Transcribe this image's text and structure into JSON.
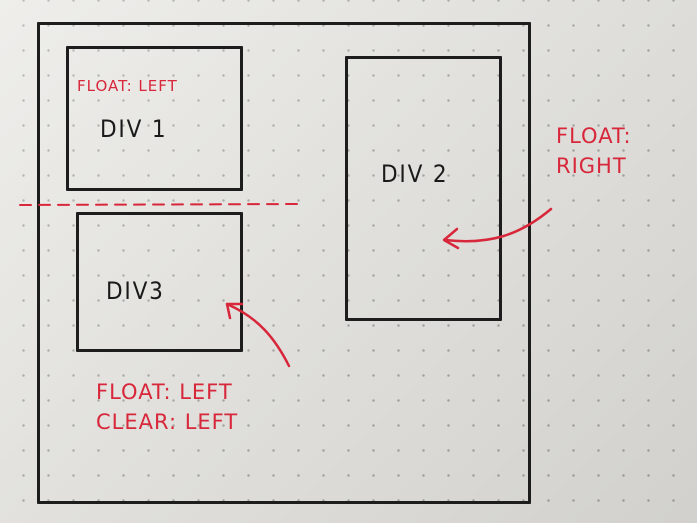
{
  "labels": {
    "div1": "DIV 1",
    "div2": "DIV 2",
    "div3": "DIV3"
  },
  "notes": {
    "div1_float": "FLOAT: LEFT",
    "div2_float": [
      "FLOAT:",
      "RIGHT"
    ],
    "div3_float": [
      "FLOAT: LEFT",
      "CLEAR: LEFT"
    ]
  },
  "colors": {
    "ink": "#1d1d1d",
    "red_ink": "#d8263a",
    "paper": "#e9e8e4",
    "dot": "#a9a9a5"
  }
}
